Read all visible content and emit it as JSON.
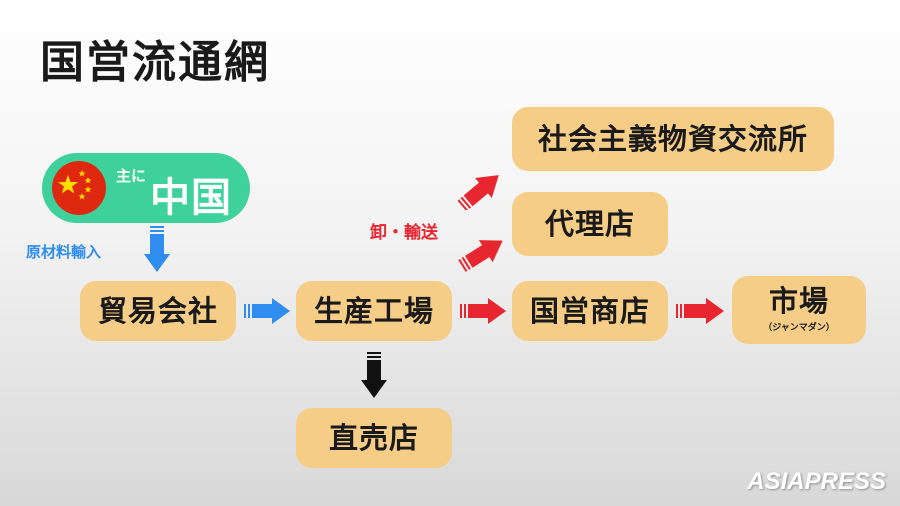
{
  "title": "国営流通網",
  "origin": {
    "prefix": "主に",
    "country": "中国",
    "flag_icon": "china-flag-icon",
    "color": "#3fd19b"
  },
  "import_label": "原材料輸入",
  "wholesale_label": "卸・輸送",
  "nodes": {
    "trading_company": "貿易会社",
    "factory": "生産工場",
    "state_store": "国営商店",
    "market": "市場",
    "market_note": "（ジャンマダン）",
    "direct_store": "直売店",
    "material_exchange": "社会主義物資交流所",
    "agency": "代理店"
  },
  "watermark": "ASIAPRESS",
  "colors": {
    "box": "#f5cd86",
    "blue_arrow": "#2f8df0",
    "red_arrow": "#e8262f",
    "black_arrow": "#111111"
  }
}
